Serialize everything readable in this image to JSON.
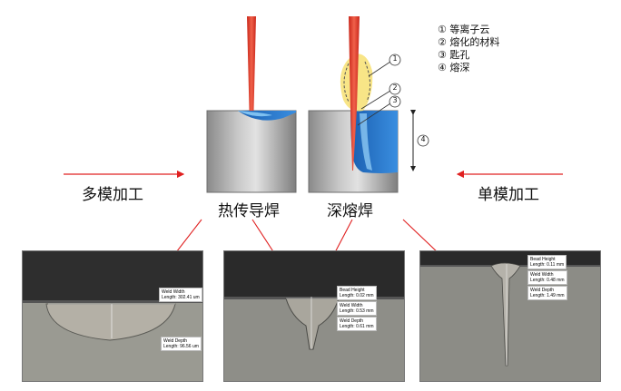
{
  "legend": {
    "items": [
      "① 等离子云",
      "② 熔化的材料",
      "③ 匙孔",
      "④ 熔深"
    ]
  },
  "callouts": [
    "1",
    "2",
    "3",
    "4"
  ],
  "labels": {
    "multi_mode": "多模加工",
    "single_mode": "单模加工",
    "conduction": "热传导焊",
    "deep_penetration": "深熔焊"
  },
  "photos": {
    "left": {
      "weld_width": "Weld Width",
      "weld_width_len": "Length: 302.41 um",
      "weld_depth": "Weld Depth",
      "weld_depth_len": "Length: 96.56 um"
    },
    "middle": {
      "bead_height": "Bead Height",
      "bead_height_len": "Length: 0.02 mm",
      "weld_width": "Weld Width",
      "weld_width_len": "Length: 0.53 mm",
      "weld_depth": "Weld Depth",
      "weld_depth_len": "Length: 0.61 mm"
    },
    "right": {
      "bead_height": "Bead Height",
      "bead_height_len": "Length: 0.11 mm",
      "weld_width": "Weld Width",
      "weld_width_len": "Length: 0.48 mm",
      "weld_depth": "Weld Depth",
      "weld_depth_len": "Length: 1.49 mm"
    }
  },
  "colors": {
    "laser": "#e8432e",
    "melt": "#1f6fc0",
    "plasma": "#f7e27a",
    "arrow": "#e02020",
    "metal": "#9a9a9a"
  }
}
